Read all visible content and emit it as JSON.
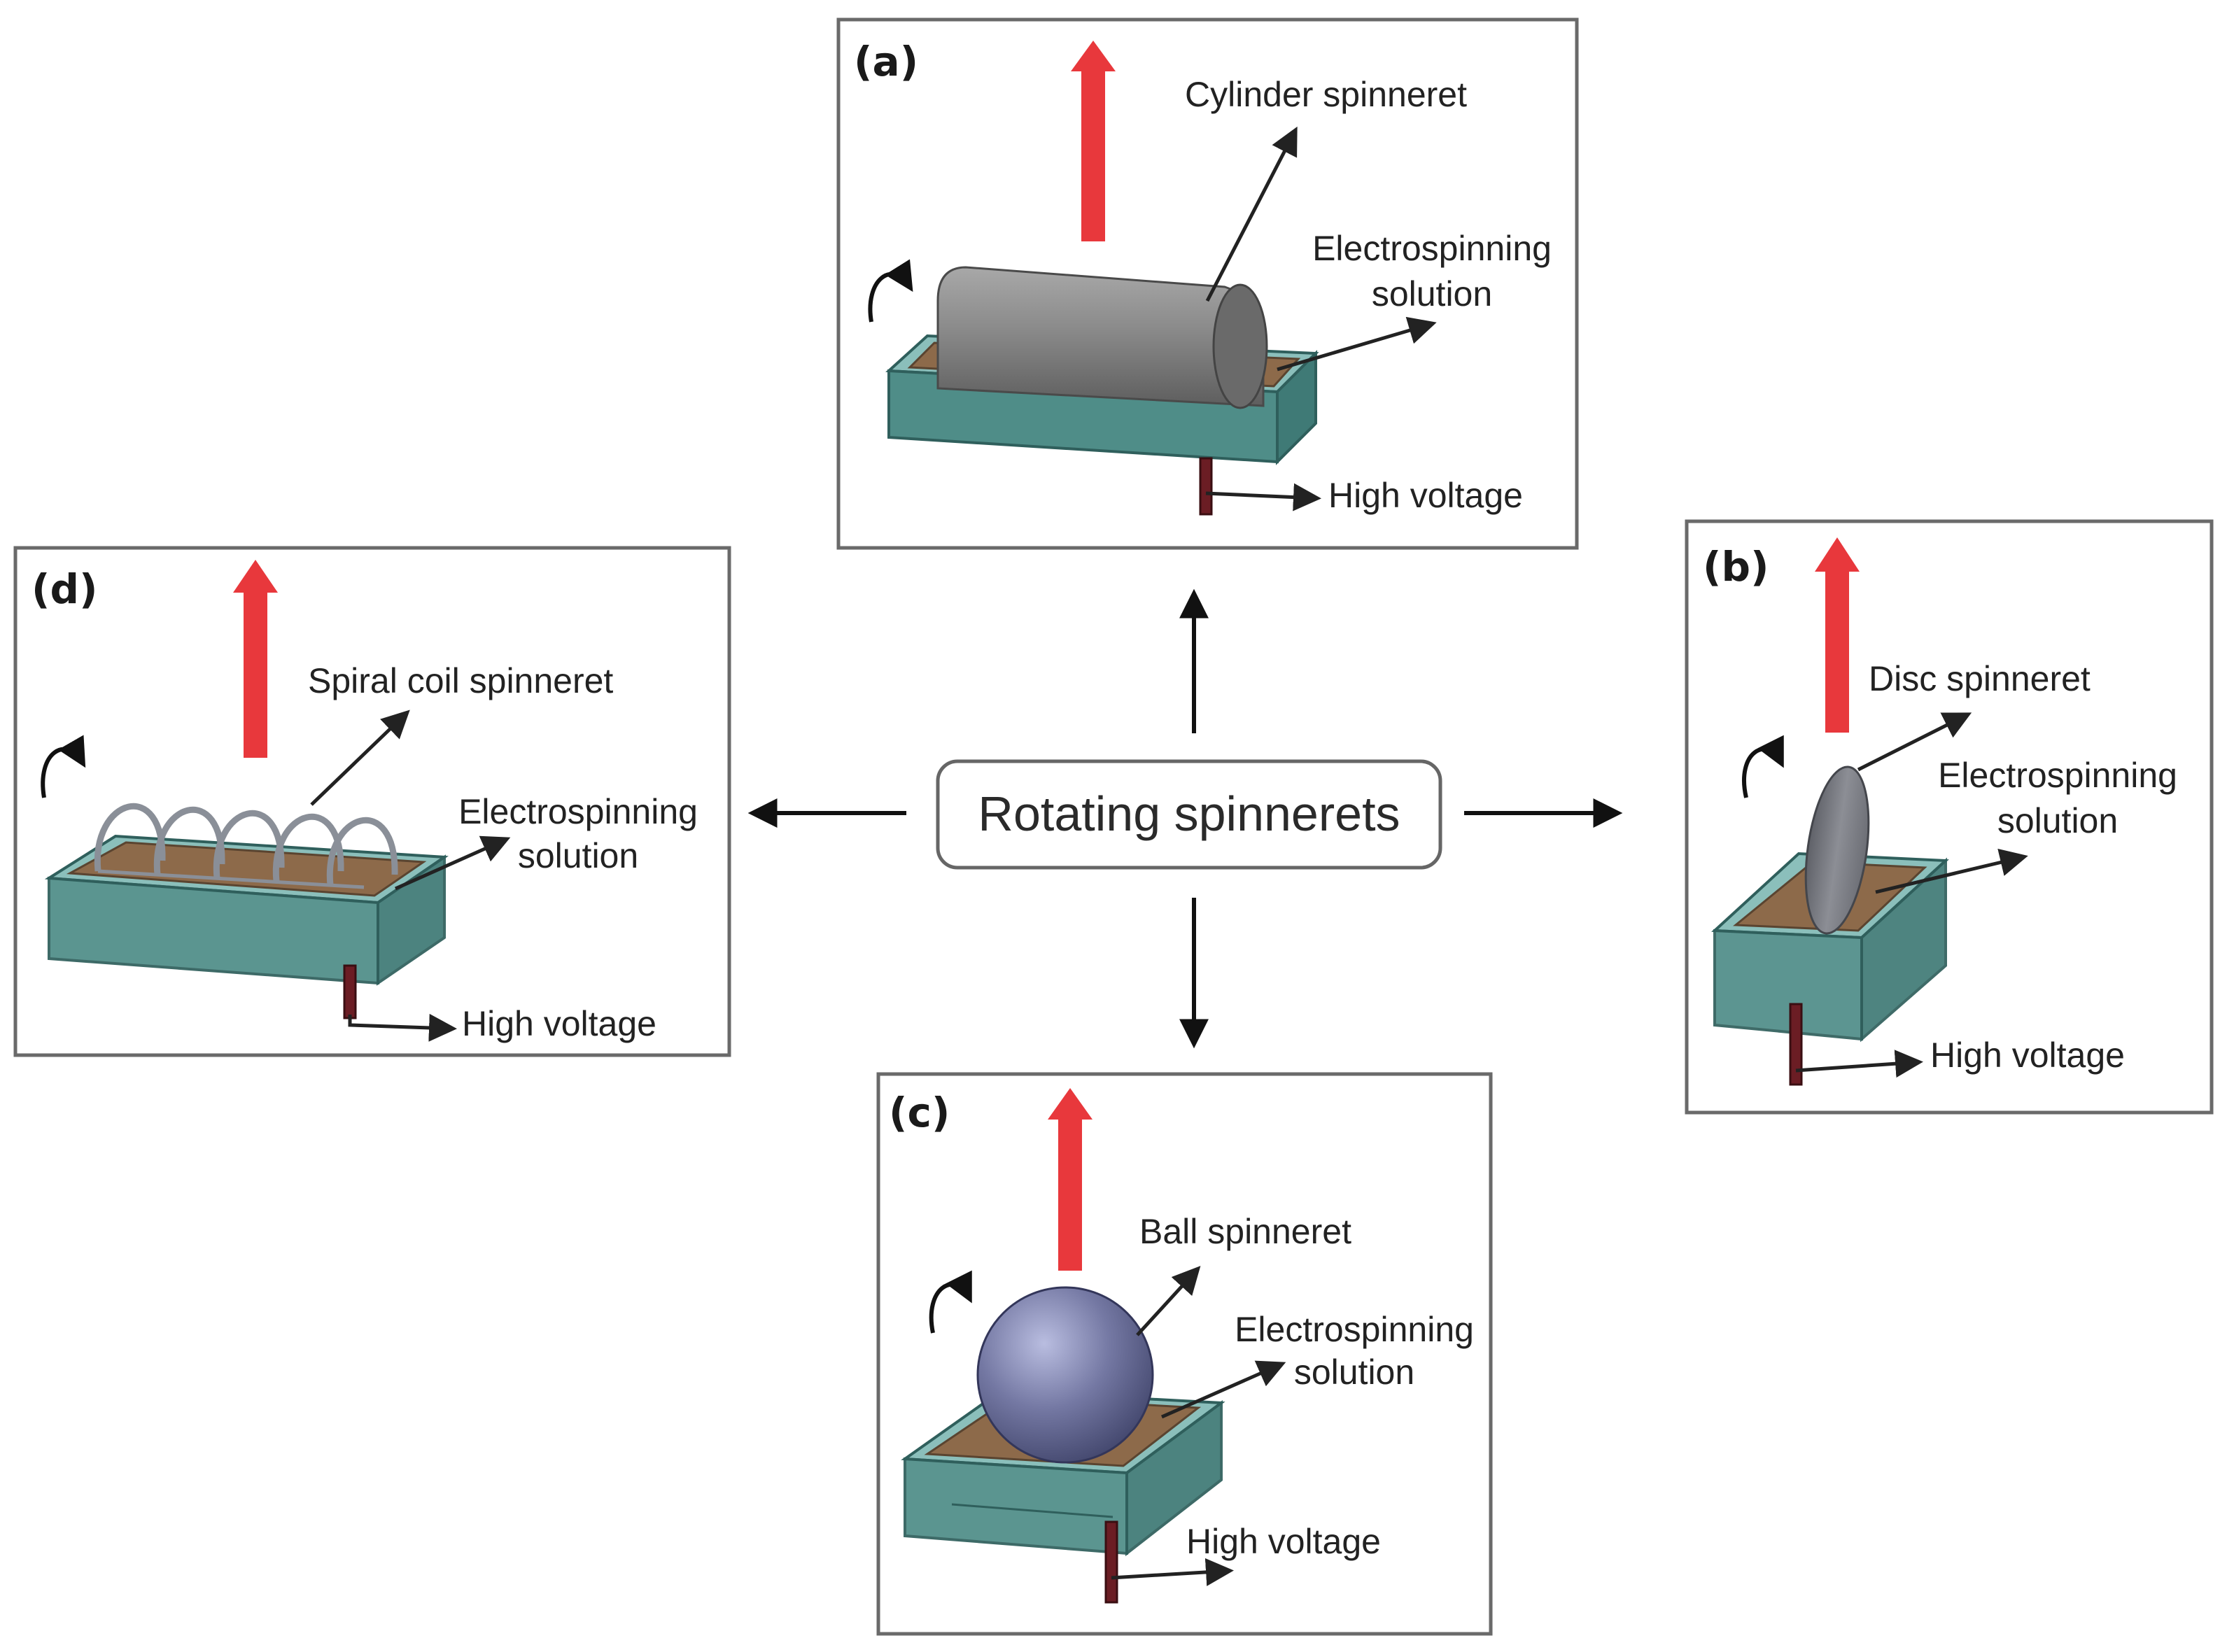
{
  "center": {
    "label": "Rotating spinnerets"
  },
  "panels": {
    "a": {
      "tag": "(a)",
      "spinneret": "Cylinder spinneret",
      "solution_line1": "Electrospinning",
      "solution_line2": "solution",
      "voltage": "High voltage"
    },
    "b": {
      "tag": "(b)",
      "spinneret": "Disc spinneret",
      "solution_line1": "Electrospinning",
      "solution_line2": "solution",
      "voltage": "High voltage"
    },
    "c": {
      "tag": "(c)",
      "spinneret": "Ball spinneret",
      "solution_line1": "Electrospinning",
      "solution_line2": "solution",
      "voltage": "High voltage"
    },
    "d": {
      "tag": "(d)",
      "spinneret": "Spiral coil spinneret",
      "solution_line1": "Electrospinning",
      "solution_line2": "solution",
      "voltage": "High voltage"
    }
  },
  "colors": {
    "upward_arrow": "#e8383c",
    "trough": "#4f8d88",
    "solution": "#8d6a4a",
    "electrode": "#6b1d24",
    "cylinder": "#7a7a7a",
    "disc": "#7d7f86",
    "ball": "#6f7399",
    "coil": "#8a8f98"
  },
  "icons": [
    "rotation-arrow-icon",
    "upward-red-arrow-icon",
    "pointer-arrow-icon"
  ]
}
